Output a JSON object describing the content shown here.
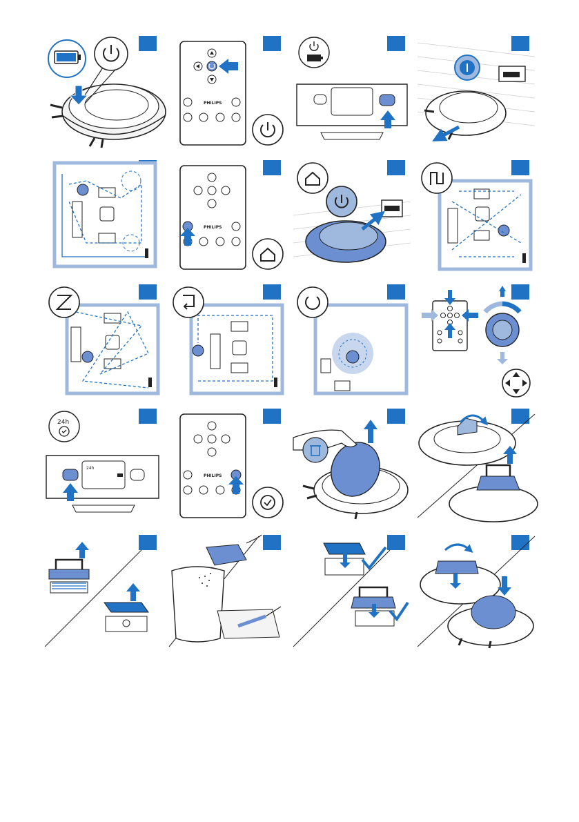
{
  "brand": "PHILIPS",
  "timer_label": "24h",
  "display_label": "24h",
  "colors": {
    "accent": "#1f72c4",
    "light_blue": "#9fb8de",
    "mid_blue": "#6b8fd0",
    "dark": "#222222"
  },
  "panels": [
    {
      "id": "p1",
      "icons": [
        "battery-icon",
        "power-icon"
      ]
    },
    {
      "id": "p2",
      "icons": [
        "remote-icon",
        "power-icon"
      ]
    },
    {
      "id": "p3",
      "icons": [
        "power-icon",
        "battery-icon"
      ]
    },
    {
      "id": "p4",
      "icons": [
        "power-icon",
        "docking-station-icon"
      ]
    },
    {
      "id": "p5",
      "icons": [
        "cleaning-map-icon"
      ]
    },
    {
      "id": "p6",
      "icons": [
        "remote-icon",
        "home-icon"
      ]
    },
    {
      "id": "p7",
      "icons": [
        "home-icon",
        "power-icon"
      ]
    },
    {
      "id": "p8",
      "icons": [
        "zigzag-mode-icon"
      ]
    },
    {
      "id": "p9",
      "icons": [
        "random-mode-icon"
      ]
    },
    {
      "id": "p10",
      "icons": [
        "wall-follow-mode-icon"
      ]
    },
    {
      "id": "p11",
      "icons": [
        "spot-mode-icon"
      ]
    },
    {
      "id": "p12",
      "icons": [
        "remote-icon",
        "direction-pad-icon"
      ]
    },
    {
      "id": "p13",
      "icons": [
        "timer-icon"
      ]
    },
    {
      "id": "p14",
      "icons": [
        "remote-icon",
        "timer-icon"
      ]
    },
    {
      "id": "p15",
      "icons": [
        "dust-bin-icon"
      ]
    },
    {
      "id": "p16",
      "icons": [
        "dust-container-icon"
      ]
    },
    {
      "id": "p17",
      "icons": [
        "filter-icon"
      ]
    },
    {
      "id": "p18",
      "icons": [
        "emptying-icon",
        "brush-icon"
      ]
    },
    {
      "id": "p19",
      "icons": [
        "check-icon"
      ]
    },
    {
      "id": "p20",
      "icons": [
        "reassembly-icon"
      ]
    }
  ]
}
